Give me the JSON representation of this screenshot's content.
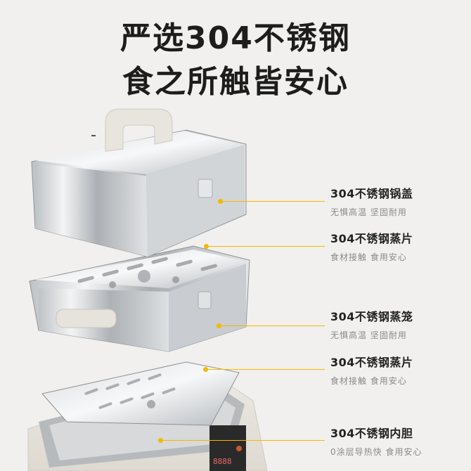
{
  "headline": {
    "line1": "严选304不锈钢",
    "line2": "食之所触皆安心"
  },
  "accent_color": "#f5b800",
  "callouts": [
    {
      "title": "304不锈钢锅盖",
      "subtitle": "无惧高温 坚固耐用"
    },
    {
      "title": "304不锈钢蒸片",
      "subtitle": "食材接触 食用安心"
    },
    {
      "title": "304不锈钢蒸笼",
      "subtitle": "无惧高温 坚固耐用"
    },
    {
      "title": "304不锈钢蒸片",
      "subtitle": "食材接触 食用安心"
    },
    {
      "title": "304不锈钢内胆",
      "subtitle": "0涂层导热快 食用安心"
    }
  ],
  "display": {
    "readout": "8888"
  }
}
